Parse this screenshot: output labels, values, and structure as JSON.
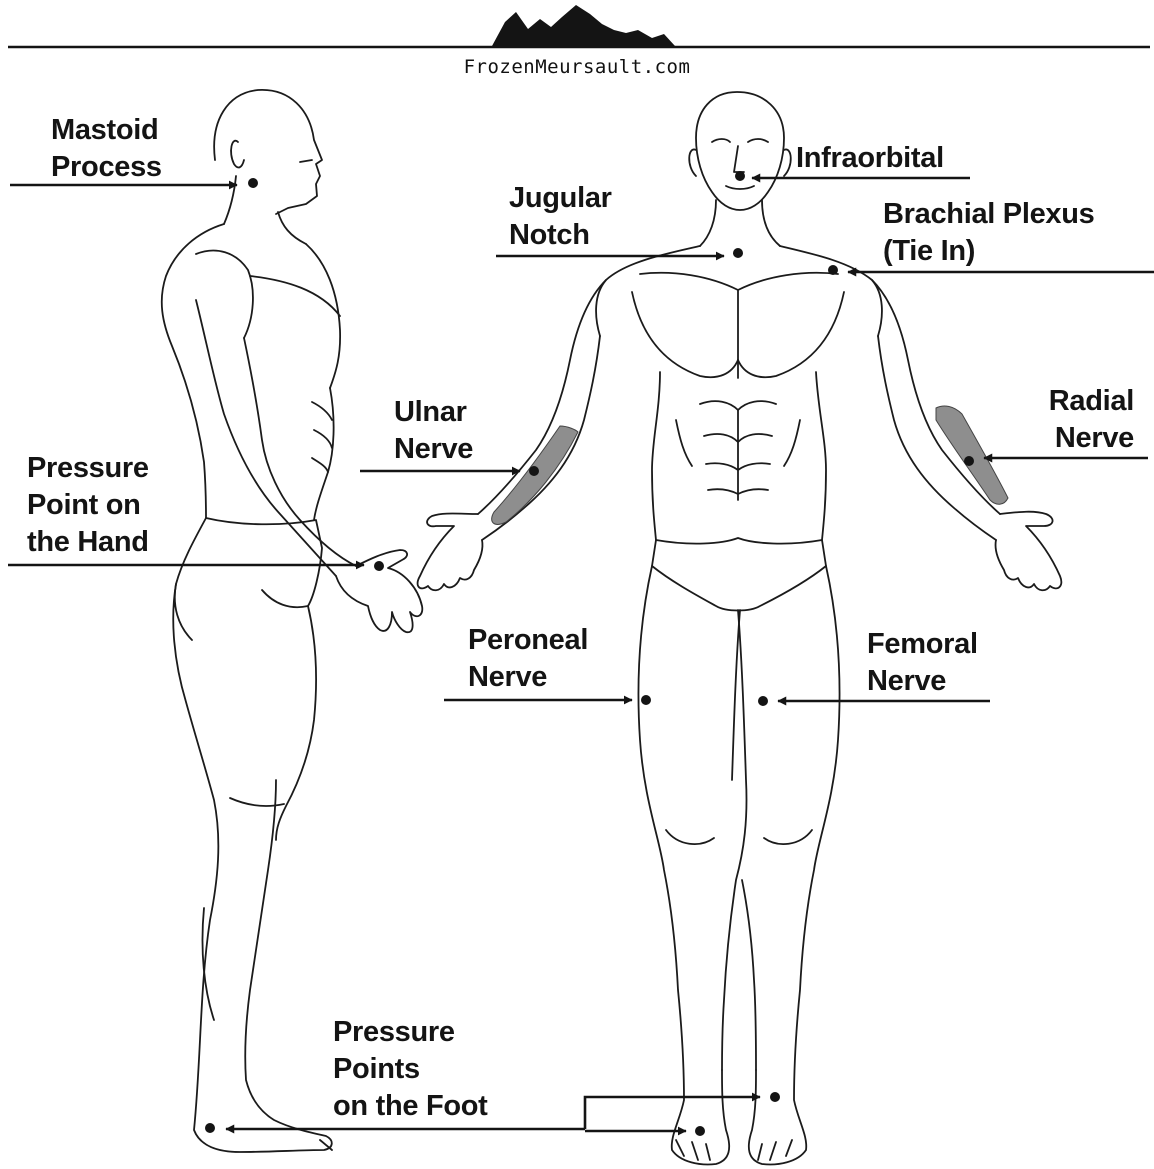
{
  "site": {
    "name": "FrozenMeursault.com"
  },
  "labels": {
    "mastoid": [
      "Mastoid",
      "Process"
    ],
    "infraorbital": [
      "Infraorbital"
    ],
    "jugular": [
      "Jugular",
      "Notch"
    ],
    "brachial": [
      "Brachial Plexus",
      "(Tie In)"
    ],
    "ulnar": [
      "Ulnar",
      "Nerve"
    ],
    "radial": [
      "Radial",
      "Nerve"
    ],
    "hand": [
      "Pressure",
      "Point on",
      "the Hand"
    ],
    "peroneal": [
      "Peroneal",
      "Nerve"
    ],
    "femoral": [
      "Femoral",
      "Nerve"
    ],
    "foot": [
      "Pressure",
      "Points",
      "on the Foot"
    ]
  },
  "colors": {
    "ink": "#141414",
    "muscle_shade": "#8e8e8e",
    "background": "#ffffff"
  }
}
